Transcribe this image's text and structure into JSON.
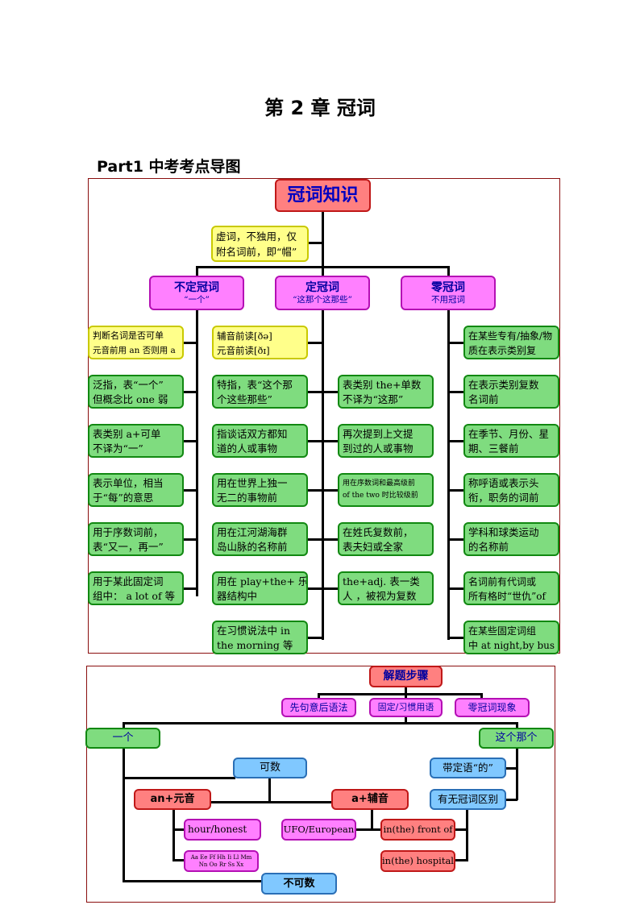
{
  "header": {
    "title": "第 2 章  冠词",
    "part": "Part1  中考考点导图"
  },
  "map1": {
    "root": "冠词知识",
    "note": [
      "虚词，不独用，仅",
      "附名词前，即“帽”"
    ],
    "branches": [
      {
        "title": "不定冠词",
        "sub": "“一个”"
      },
      {
        "title": "定冠词",
        "sub": "“这那个这那些”"
      },
      {
        "title": "零冠词",
        "sub": "不用冠词"
      }
    ],
    "indefinite": [
      [
        "判断名词是否可单",
        "元音前用 an 否则用 a"
      ],
      [
        "泛指，表“一个”",
        "但概念比 one 弱"
      ],
      [
        "表类别 a+可单",
        "不译为“一”"
      ],
      [
        "表示单位，相当",
        "于“每”的意思"
      ],
      [
        "用于序数词前，",
        "表“又一，再一”"
      ],
      [
        "用于某此固定词",
        "组中：  a lot  of  等"
      ]
    ],
    "def_left": [
      [
        "辅音前读[ðə]",
        "元音前读[ðɪ]"
      ],
      [
        "特指，表“这个那",
        "个这些那些”"
      ],
      [
        "指谈话双方都知",
        "道的人或事物"
      ],
      [
        "用在世界上独一",
        "无二的事物前"
      ],
      [
        "用在江河湖海群",
        "岛山脉的名称前"
      ],
      [
        "用在 play+the+ 乐",
        "器结构中"
      ],
      [
        "在习惯说法中 in",
        "the  morning   等"
      ]
    ],
    "def_right": [
      [
        "表类别 the+单数",
        "不译为“这那”"
      ],
      [
        "再次提到上文提",
        "到过的人或事物"
      ],
      [
        "用在序数词和最高级前",
        "of the two 时比较级前"
      ],
      [
        "在姓氏复数前，",
        "表夫妇或全家"
      ],
      [
        "the+adj. 表一类",
        "人  ，被视为复数"
      ]
    ],
    "zero": [
      [
        "在某些专有/抽象/物",
        "质在表示类别复"
      ],
      [
        "在表示类别复数",
        "名词前"
      ],
      [
        "在季节、月份、星",
        "期、三餐前"
      ],
      [
        "称呼语或表示头",
        "衔，职务的词前"
      ],
      [
        "学科和球类运动",
        "的名称前"
      ],
      [
        "名词前有代词或",
        "所有格时“世仇”of"
      ],
      [
        "在某些固定词组",
        "中 at night,by bus"
      ]
    ]
  },
  "map2": {
    "root": "解题步骤",
    "steps": [
      "先句意后语法",
      "固定/习惯用语",
      "零冠词现象"
    ],
    "one": "一个",
    "that": "这个那个",
    "countable": "可数",
    "an_vowel": "an+元音",
    "a_consonant": "a+辅音",
    "hour": "hour/honest",
    "letters": [
      "Aa Ee Ff Hh Ii Ll Mm",
      "Nn Oo Rr Ss Xx"
    ],
    "ufo": "UFO/European",
    "in_front": "in(the) front of",
    "in_hospital": "in(the) hospital",
    "attr": "带定语“的”",
    "diff": "有无冠词区别",
    "uncountable": "不可数"
  }
}
